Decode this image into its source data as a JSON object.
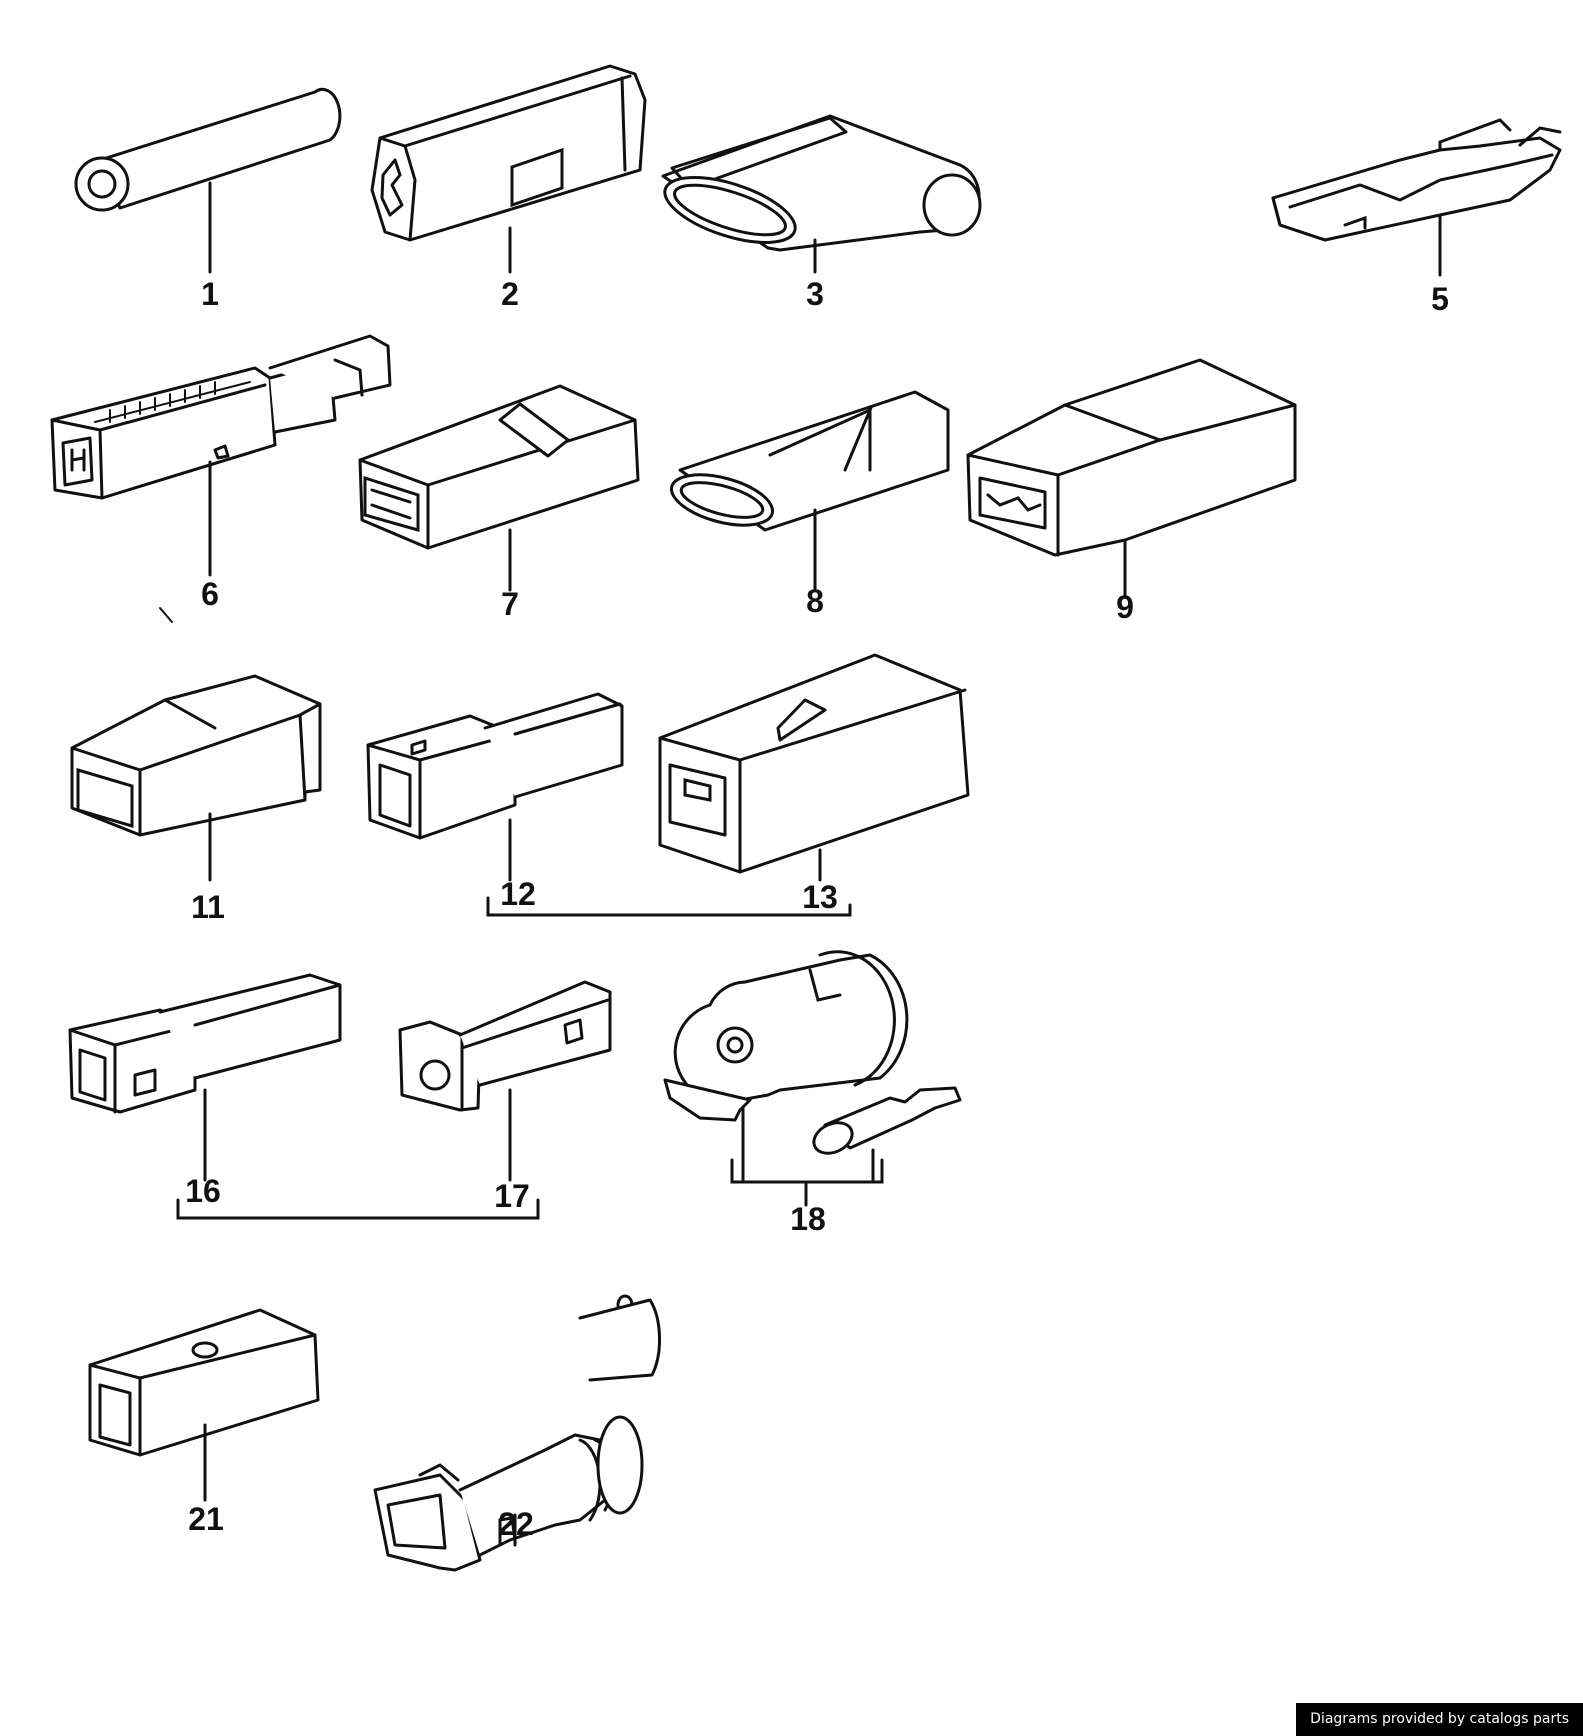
{
  "diagram": {
    "part_numbers": [
      "1",
      "2",
      "3",
      "5",
      "6",
      "7",
      "8",
      "9",
      "11",
      "12",
      "13",
      "16",
      "17",
      "18",
      "21",
      "22"
    ]
  },
  "credit": "Diagrams provided by catalogs parts",
  "colors": {
    "line": "#111111",
    "background": "#ffffff",
    "credit_bg": "#000000",
    "credit_text": "#ffffff"
  }
}
